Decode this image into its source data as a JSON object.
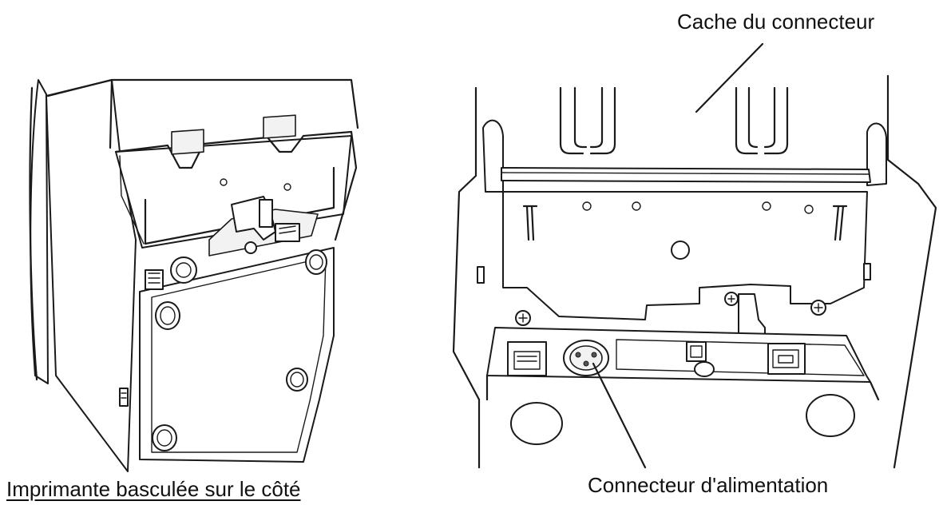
{
  "labels": {
    "connector_cover": "Cache du connecteur",
    "power_connector": "Connecteur d'alimentation",
    "printer_tilted": "Imprimante basculée sur le côté"
  },
  "colors": {
    "line": "#1a1a1a",
    "background": "#ffffff"
  }
}
